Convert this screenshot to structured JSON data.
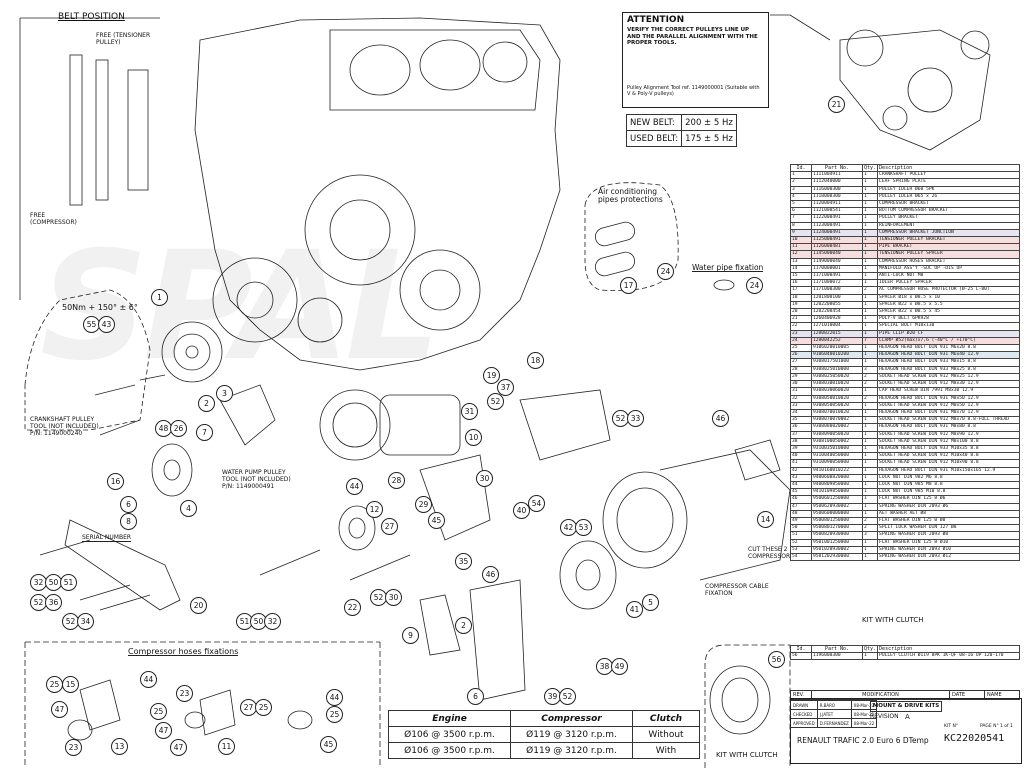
{
  "belt_position": {
    "title": "BELT POSITION",
    "free_tensioner": "FREE (TENSIONER PULLEY)",
    "free_compressor": "FREE (COMPRESSOR)"
  },
  "attention": {
    "title": "ATTENTION",
    "text": "VERIFY THE CORRECT PULLEYS LINE UP AND THE PARALLEL ALIGNMENT WITH THE PROPER TOOLS.",
    "tool_note": "Pulley Alignment Tool ref. 1149000001 (Suitable with V & Poly-V pulleys)"
  },
  "belt_freq": [
    {
      "label": "NEW BELT:",
      "value": "200 ± 5 Hz"
    },
    {
      "label": "USED BELT:",
      "value": "175 ± 5 Hz"
    }
  ],
  "annotations": {
    "ac_pipes": "Air conditioning pipes protections",
    "water_pipe": "Water pipe fixation",
    "torque": "50Nm + 150° ± 6°",
    "crankshaft_tool": "CRANKSHAFT PULLEY TOOL (NOT INCLUDED) P/N: 1149000240",
    "water_pump_tool": "WATER PUMP PULLEY TOOL (NOT INCLUDED) P/N: 1149000491",
    "serial_number": "SERIAL NUMBER",
    "cut_ears": "CUT THESE 2 COMPRESSOR EARS",
    "compressor_cable": "COMPRESSOR CABLE FIXATION",
    "hoses_fixations": "Compressor hoses fixations",
    "kit_with_clutch": "KIT WITH CLUTCH",
    "kit_with_clutch_bottom": "KIT WITH CLUTCH"
  },
  "callouts": [
    "1",
    "55",
    "43",
    "2",
    "3",
    "7",
    "48",
    "26",
    "16",
    "8",
    "6",
    "4",
    "32",
    "50",
    "51",
    "52",
    "36",
    "52",
    "34",
    "20",
    "51",
    "50",
    "32",
    "22",
    "52",
    "30",
    "9",
    "2",
    "6",
    "39",
    "52",
    "38",
    "49",
    "41",
    "5",
    "46",
    "42",
    "53",
    "40",
    "54",
    "30",
    "45",
    "29",
    "28",
    "31",
    "27",
    "12",
    "44",
    "35",
    "37",
    "18",
    "19",
    "52",
    "33",
    "52",
    "46",
    "14",
    "24",
    "17",
    "24",
    "10",
    "21",
    "25",
    "15",
    "47",
    "13",
    "44",
    "23",
    "11",
    "25",
    "47",
    "23",
    "47",
    "27",
    "25",
    "44",
    "25",
    "45",
    "56"
  ],
  "bom": {
    "headers": [
      "Id.",
      "Part No.",
      "Qty.",
      "Description"
    ],
    "rows": [
      [
        "1",
        "1111004911",
        "1",
        "CRANKSHAFT PULLEY"
      ],
      [
        "2",
        "1112040000",
        "1",
        "LEAF SPRING PLATE"
      ],
      [
        "3",
        "1116000300",
        "1",
        "PULLEY IDLER Ø60 5PK"
      ],
      [
        "4",
        "1118000300",
        "1",
        "PULLEY IDLER Ø65 x 26"
      ],
      [
        "5",
        "1120004911",
        "1",
        "COMPRESSOR BRACKET"
      ],
      [
        "6",
        "1121000541",
        "1",
        "BOTTOM COMPRESSOR BRACKET"
      ],
      [
        "7",
        "1122000491",
        "1",
        "PULLEY BRACKET"
      ],
      [
        "8",
        "1123000491",
        "1",
        "REINFORCEMENT"
      ],
      [
        "9",
        "1124000491",
        "1",
        "COMPRESSOR BRACKET JUNCTION"
      ],
      [
        "10",
        "1125000491",
        "1",
        "TENSIONER PULLEY BRACKET"
      ],
      [
        "11",
        "1126000481",
        "1",
        "PIPE BRACKET"
      ],
      [
        "12",
        "1145000040",
        "1",
        "TENSIONER PULLEY SPACER"
      ],
      [
        "13",
        "1149000040",
        "1",
        "COMPRESSOR HOSES BRACKET"
      ],
      [
        "14",
        "1170000001",
        "1",
        "MANIFOLD ASS'Y -SUC UP -DIS UP"
      ],
      [
        "15",
        "1171000491",
        "1",
        "ANTI-LOCK NUT M8"
      ],
      [
        "16",
        "1171000072",
        "1",
        "IDLER PULLEY SPACER"
      ],
      [
        "17",
        "1171000300",
        "2",
        "AC COMPRESSOR HOSE PROTECTOR (Ø-25 L-80)"
      ],
      [
        "18",
        "1201808100",
        "1",
        "SPACER Ø18 x Ø8.5 x 10"
      ],
      [
        "19",
        "1202208055",
        "1",
        "SPACER Ø22 x Ø8.5 x 5.5"
      ],
      [
        "20",
        "1202208454",
        "1",
        "SPACER Ø22 x Ø8.5 x 45"
      ],
      [
        "21",
        "1260406928",
        "1",
        "POLY-V BELT 6PK928"
      ],
      [
        "22",
        "1271010004",
        "1",
        "SPECIAL BOLT M10x130"
      ],
      [
        "23",
        "1280022015",
        "1",
        "PIPE CLIP Ø20 CF"
      ],
      [
        "24",
        "1280042252",
        "7",
        "CLAMP Ø52(max)x7,6 (-40°C / +170°C)"
      ],
      [
        "25",
        "9106020010005",
        "1",
        "HEXAGON HEAD BOLT DIN 931 M6x20 8.8"
      ],
      [
        "26",
        "9106040010200",
        "1",
        "HEXAGON HEAD BOLT DIN 931 M6x40 12.9"
      ],
      [
        "27",
        "9308017501000",
        "1",
        "HEXAGON HEAD BOLT DIN 933 M8x15 8.8"
      ],
      [
        "28",
        "9308025010000",
        "3",
        "HEXAGON HEAD BOLT DIN 933 M8x25 8.8"
      ],
      [
        "29",
        "9308025050020",
        "2",
        "SOCKET HEAD SCREW DIN 912 M8x25 12.9"
      ],
      [
        "30",
        "9308030010020",
        "2",
        "SOCKET HEAD SCREW DIN 912 M8x30 12.9"
      ],
      [
        "31",
        "9308030060020",
        "1",
        "CAP HEAD SCREW DIN 7991 M8x30 12.9"
      ],
      [
        "32",
        "9308050010020",
        "2",
        "HEXAGON HEAD BOLT DIN 931 M8x50 12.9"
      ],
      [
        "33",
        "9308050050020",
        "1",
        "SOCKET HEAD SCREW DIN 912 M8x50 12.9"
      ],
      [
        "34",
        "9308070010020",
        "1",
        "HEXAGON HEAD BOLT DIN 931 M8x70 12.9"
      ],
      [
        "35",
        "9308070070002",
        "1",
        "SOCKET HEAD SCREW DIN 912 M8x70 8.8-FULL THREAD"
      ],
      [
        "36",
        "9308080020002",
        "1",
        "HEXAGON HEAD BOLT DIN 931 M8x80 8.8"
      ],
      [
        "37",
        "9308090050020",
        "1",
        "SOCKET HEAD SCREW DIN 912 M8x90 12.9"
      ],
      [
        "38",
        "9308100050002",
        "1",
        "SOCKET HEAD SCREW DIN 912 M8x100 8.8"
      ],
      [
        "39",
        "9310035010000",
        "1",
        "HEXAGON HEAD BOLT DIN 933 M10x35 8.8"
      ],
      [
        "40",
        "9310040050000",
        "1",
        "SOCKET HEAD SCREW DIN 912 M10x40 8.8"
      ],
      [
        "41",
        "9310090050000",
        "1",
        "SOCKET HEAD SCREW DIN 912 M10x90 8.8"
      ],
      [
        "42",
        "9410160010222",
        "1",
        "HEXAGON HEAD BOLT DIN 931 M10x150x165 12.9"
      ],
      [
        "43",
        "9400608820000",
        "1",
        "LOCK NUT DIN 982 M6 8.8"
      ],
      [
        "44",
        "9400809850000",
        "1",
        "LOCK NUT DIN 985 M8 8.8"
      ],
      [
        "45",
        "9410109850000",
        "1",
        "LOCK NUT DIN 985 M10 8.8"
      ],
      [
        "46",
        "9500601250000",
        "1",
        "FLAT WASHER DIN 125 B Ø6"
      ],
      [
        "47",
        "9500620930002",
        "1",
        "SPRING WASHER DIN 2093 Ø6"
      ],
      [
        "48",
        "9500600000000",
        "1",
        "AET WASHER AET Ø8"
      ],
      [
        "49",
        "9500801250000",
        "2",
        "FLAT WASHER DIN 125 B Ø8"
      ],
      [
        "50",
        "9500801270000",
        "2",
        "SPLIT LOCK WASHER DIN 127 Ø8"
      ],
      [
        "51",
        "9500820930000",
        "3",
        "SPRING WASHER DIN 2093 Ø8"
      ],
      [
        "52",
        "9501001250000",
        "1",
        "FLAT WASHER DIN 125 B Ø10"
      ],
      [
        "53",
        "9501020930002",
        "1",
        "SPRING WASHER DIN 2093 Ø10"
      ],
      [
        "54",
        "9501202930000",
        "1",
        "SPRING WASHER DIN 2093 Ø12"
      ]
    ]
  },
  "clutch_bom": {
    "headers": [
      "Id.",
      "Part No.",
      "Qty.",
      "Description"
    ],
    "rows": [
      [
        "56",
        "1196000300",
        "1",
        "PULLEY CLUTCH Ø119 8PK 1K-QF 08-16 UP 120-170"
      ]
    ]
  },
  "spec_table": {
    "headers": [
      "Engine",
      "Compressor",
      "Clutch"
    ],
    "rows": [
      [
        "Ø106 @ 3500 r.p.m.",
        "Ø119 @ 3120 r.p.m.",
        "Without"
      ],
      [
        "Ø106 @ 3500 r.p.m.",
        "Ø119 @ 3120 r.p.m.",
        "With"
      ]
    ]
  },
  "title_block": {
    "rev": "REV.",
    "modification": "MODIFICATION",
    "date": "DATE",
    "name": "NAME",
    "drawn": "DRAWN",
    "drawn_by": "R.BARO",
    "drawn_date": "08-Mar-22",
    "checked": "CHECKED",
    "checked_by": "J.JATET",
    "checked_date": "08-Mar-22",
    "approved": "APPROVED",
    "approved_by": "D.FERNANDEZ",
    "approved_date": "08-Mar-22",
    "kit_type": "MOUNT & DRIVE KITS",
    "revision_label": "REVISION",
    "revision": "A",
    "vehicle": "RENAULT TRAFIC 2.0 Euro 6 DTemp",
    "kit_no_label": "KIT N°",
    "kit_no": "KC22020541",
    "page_label": "PAGE N°",
    "page": "1 of 1"
  },
  "watermark": "SPAL"
}
